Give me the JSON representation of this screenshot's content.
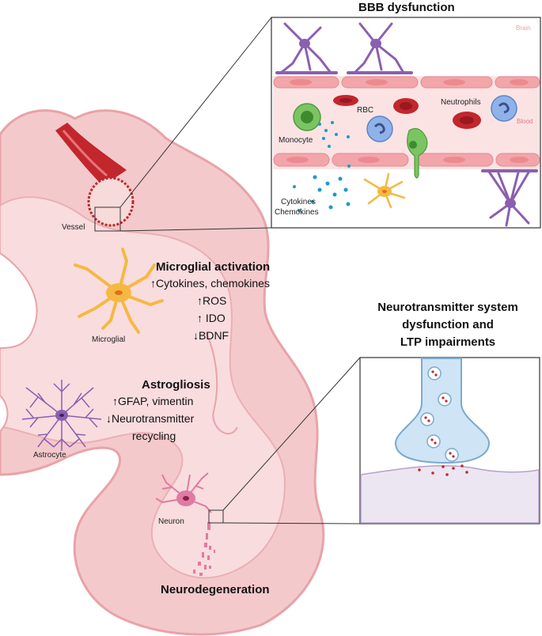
{
  "bbb": {
    "title": "BBB dysfunction",
    "brain_label": "Brain",
    "blood_label": "Blood",
    "rbc_label": "RBC",
    "monocyte_label": "Monocyte",
    "neutrophils_label": "Neutrophils",
    "cytokines_label": "Cytokines",
    "chemokines_label": "Chemokines"
  },
  "brain": {
    "vessel_label": "Vessel",
    "microglial_label": "Microglial",
    "astrocyte_label": "Astrocyte",
    "neuron_label": "Neuron"
  },
  "microglial_activation": {
    "title": "Microglial activation",
    "lines": [
      "↑Cytokines, chemokines",
      "↑ROS",
      "↑ IDO",
      "↓BDNF"
    ]
  },
  "astrogliosis": {
    "title": "Astrogliosis",
    "lines": [
      "↑GFAP, vimentin",
      "↓Neurotransmitter",
      "recycling"
    ]
  },
  "neurotransmitter": {
    "title_lines": [
      "Neurotransmitter system",
      "dysfunction and",
      "LTP impairments"
    ]
  },
  "neurodegeneration": {
    "title": "Neurodegeneration"
  },
  "colors": {
    "brain_fill": "#f4c9cc",
    "brain_stroke": "#e8a3a8",
    "microglia": "#f5b942",
    "astrocyte": "#8b5fb0",
    "neuron": "#e07aa3",
    "vessel": "#c1272d",
    "synapse": "#cfe4f5"
  }
}
